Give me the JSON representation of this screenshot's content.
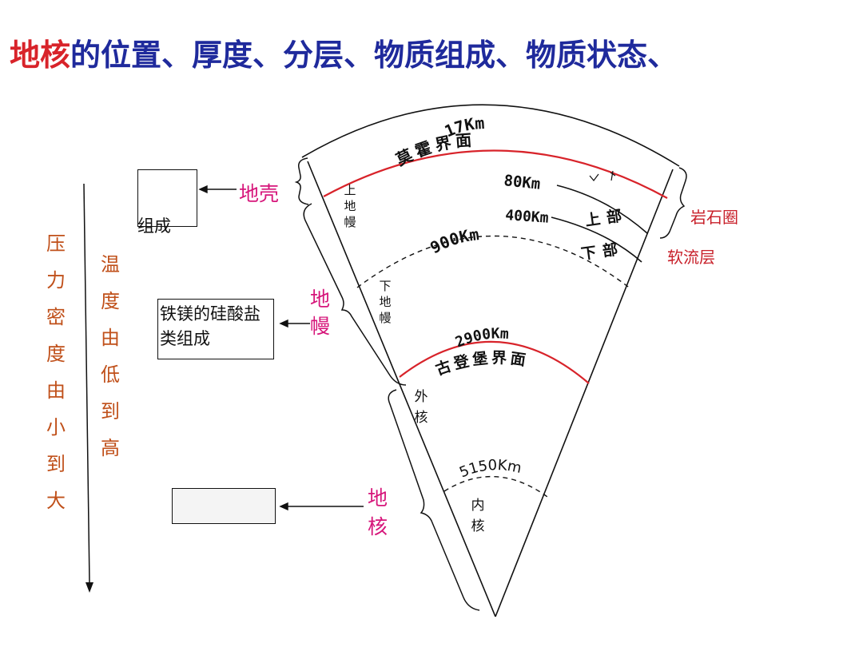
{
  "title": {
    "part_red": "地核",
    "part_blue": "的位置、厚度、分层、物质组成、物质状态、"
  },
  "left": {
    "pressure_label": "压力密度由小到大",
    "temperature_label": "温度由低到高"
  },
  "boxes": {
    "crust_box_text": "组成",
    "mantle_box_text": "铁镁的硅酸盐类组成",
    "core_box_text": ""
  },
  "labels": {
    "crust": "地壳",
    "mantle": "地幔",
    "core": "地核",
    "lithosphere": "岩石圈",
    "asthenosphere": "软流层",
    "moho": "莫霍界面",
    "gutenberg": "古登堡界面",
    "upper_mantle": "上地幔",
    "lower_mantle": "下地幔",
    "outer_core": "外核",
    "inner_core": "内核",
    "upper_part": "上部",
    "lower_part": "下部"
  },
  "depths": {
    "d17": "17Km",
    "d80": "80Km",
    "d400": "400Km",
    "d900": "900Km",
    "d2900": "2900Km",
    "d5150": "5150Km"
  },
  "colors": {
    "title_red": "#d8232a",
    "title_blue": "#1f2a9c",
    "boundary_red": "#d8232a",
    "label_magenta": "#d6157a",
    "vertical_text": "#c0501a"
  }
}
